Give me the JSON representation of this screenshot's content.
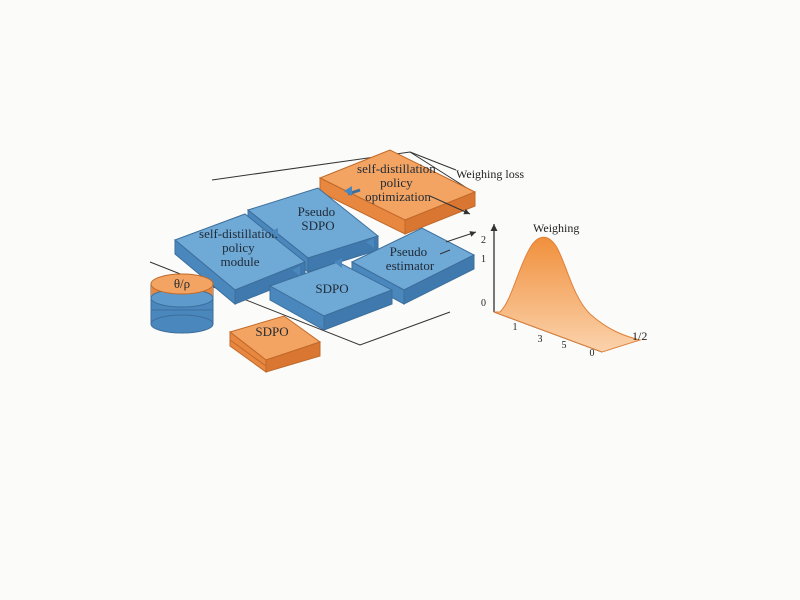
{
  "colors": {
    "blue_top": "#6fa9d6",
    "blue_side": "#4a87bd",
    "blue_edge": "#3d6f9c",
    "orange_top": "#f4a462",
    "orange_side": "#e8873f",
    "orange_edge": "#c06a2a",
    "line": "#333333"
  },
  "blocks": {
    "self_distillation_policy_optimization": [
      "self-distillation",
      "policy",
      "optimization"
    ],
    "pseudo_sdpo": [
      "Pseudo",
      "SDPO"
    ],
    "self_distillation_policy_module": [
      "self-distillation",
      "policy",
      "module"
    ],
    "sdpo": [
      "SDPO"
    ],
    "pseudo_estimator": [
      "Pseudo",
      "estimator"
    ],
    "sdpo_base": [
      "SDPO"
    ]
  },
  "database": {
    "label": "θ/ρ"
  },
  "annotations": {
    "weighing_loss": "Weighing loss",
    "weighing": "Weighing",
    "x_end_label": "1/2"
  },
  "chart_data": {
    "type": "area",
    "title": "Weighing",
    "y_ticks": [
      "0",
      "1",
      "2"
    ],
    "x_ticks": [
      "1",
      "3",
      "5",
      "0"
    ],
    "curve": "single-peaked bell curve rising from 0, peaking near x=3, decaying toward the right end"
  }
}
